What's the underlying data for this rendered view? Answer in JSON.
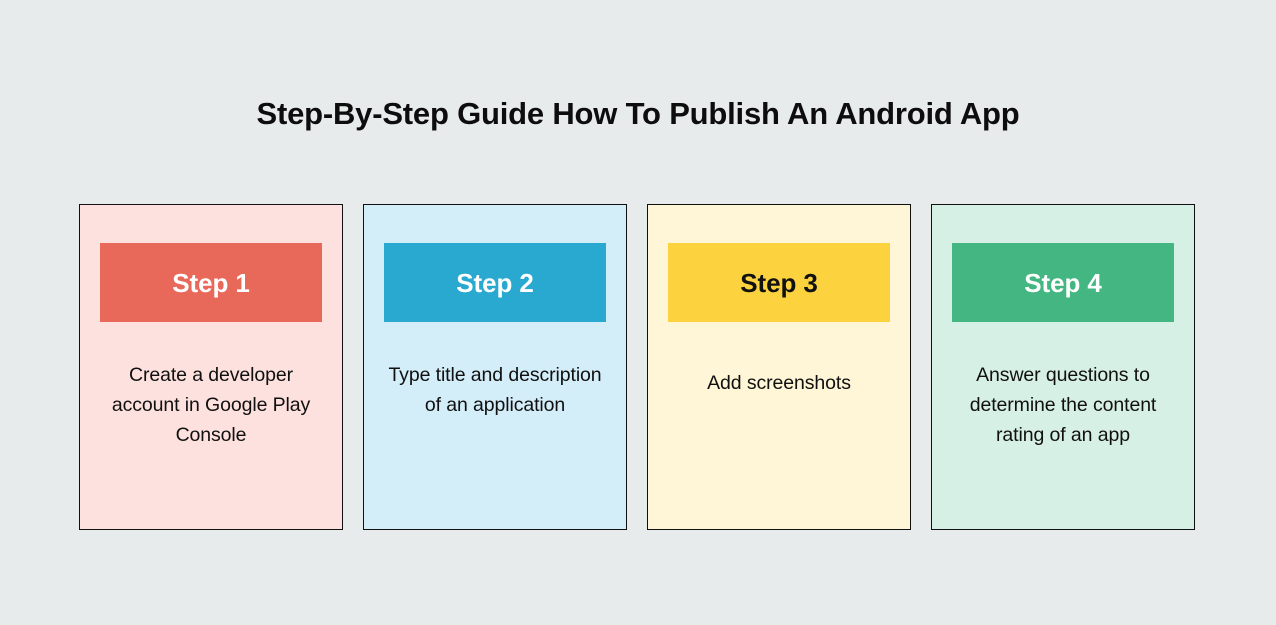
{
  "page": {
    "background_color": "#e8ebec",
    "title": "Step-By-Step Guide How To Publish An Android App"
  },
  "cards": [
    {
      "badge_label": "Step 1",
      "description": "Create a developer account in Google Play Console",
      "card_background": "#fde1de",
      "badge_background": "#e8685a",
      "badge_text_color": "#ffffff",
      "border_color": "#111111"
    },
    {
      "badge_label": "Step 2",
      "description": "Type title and description of an application",
      "card_background": "#d4eef9",
      "badge_background": "#29a8d0",
      "badge_text_color": "#ffffff",
      "border_color": "#111111"
    },
    {
      "badge_label": "Step 3",
      "description": "Add screenshots",
      "card_background": "#fef6d6",
      "badge_background": "#fcd33e",
      "badge_text_color": "#111111",
      "border_color": "#111111"
    },
    {
      "badge_label": "Step 4",
      "description": "Answer questions to determine the content rating of an app",
      "card_background": "#d7f0e5",
      "badge_background": "#43b681",
      "badge_text_color": "#ffffff",
      "border_color": "#111111"
    }
  ]
}
